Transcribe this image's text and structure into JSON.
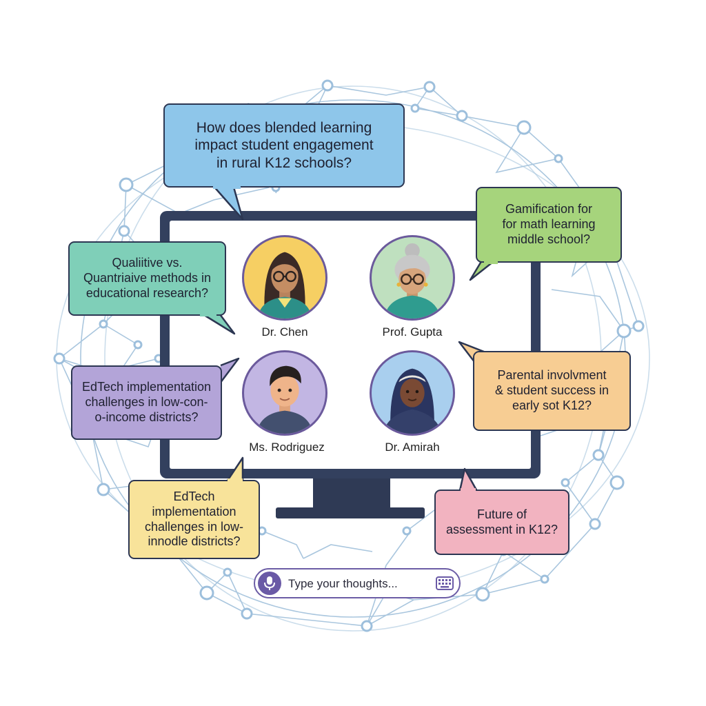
{
  "prompts": {
    "main": {
      "lines": [
        "How does blended learning",
        "impact student engagement",
        "in rural K12 schools?"
      ],
      "color": "#8ec6ea"
    },
    "gamification": {
      "lines": [
        "Gamification for",
        "for math learning",
        "middle school?"
      ],
      "color": "#a6d47c"
    },
    "qualitative": {
      "lines": [
        "Qualiitive vs.",
        "Quantriaive methods in",
        "educational research?"
      ],
      "color": "#7fcfb8"
    },
    "edtech_purple": {
      "lines": [
        "EdTech implementation",
        "challenges in low-con-",
        "o-income districts?"
      ],
      "color": "#b3a4d8"
    },
    "parental": {
      "lines": [
        "Parental involvment",
        "& student success in",
        "early sot K12?"
      ],
      "color": "#f7cd93"
    },
    "edtech_yellow": {
      "lines": [
        "EdTech",
        "implementation",
        "challenges in low-",
        "innodle districts?"
      ],
      "color": "#f8e39a"
    },
    "assessment": {
      "lines": [
        "Future of",
        "assessment in K12?"
      ],
      "color": "#f2b3c0"
    }
  },
  "participants": [
    {
      "name": "Dr. Chen",
      "bg": "#f6cf63"
    },
    {
      "name": "Prof. Gupta",
      "bg": "#bfe0bf"
    },
    {
      "name": "Ms. Rodriguez",
      "bg": "#c2b6e3"
    },
    {
      "name": "Dr. Amirah",
      "bg": "#a9cfee"
    }
  ],
  "input": {
    "placeholder": "Type your thoughts...",
    "mic_icon": "microphone-icon",
    "keyboard_icon": "keyboard-icon"
  },
  "colors": {
    "network": "#a9c6de",
    "monitor": "#33405e",
    "accent": "#6a5aa6"
  }
}
